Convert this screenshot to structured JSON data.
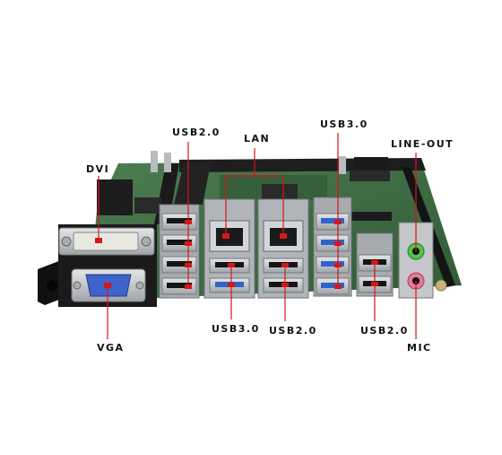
{
  "labels": {
    "usb20_top": "USB2.0",
    "lan": "LAN",
    "usb30_top": "USB3.0",
    "line_out": "LINE-OUT",
    "dvi": "DVI",
    "vga": "VGA",
    "usb30_bottom": "USB3.0",
    "usb20_bottom_mid": "USB2.0",
    "usb20_bottom_right": "USB2.0",
    "mic": "MIC"
  },
  "colors": {
    "pcb": "#3f6f45",
    "pcb_dark": "#27492c",
    "metal": "#c8cbce",
    "metal_dark": "#8d9297",
    "usb2_insert": "#151515",
    "usb3_insert": "#2f63c8",
    "vga_blue": "#3e63c9",
    "callout": "#d81616",
    "line_out_jack": "#55c04a",
    "mic_jack": "#e7779a"
  }
}
